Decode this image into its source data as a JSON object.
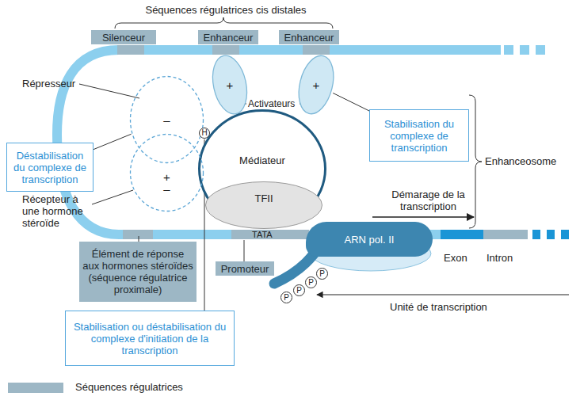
{
  "diagram": {
    "title": "Séquences régulatrices cis distales",
    "nodes": [
      {
        "text": [
          "Silenceur"
        ]
      },
      {
        "text": [
          "Enhanceur"
        ]
      },
      {
        "text": [
          "Enhanceur"
        ]
      },
      {
        "text": [
          "+"
        ]
      },
      {
        "text": [
          "+"
        ]
      },
      {
        "text": [
          "Stabilisation du complexe de transcription"
        ]
      },
      {
        "text": [
          "–"
        ]
      },
      {
        "text": [
          "Médiateur"
        ]
      },
      {
        "text": [
          "Déstabilisation du complexe de transcription"
        ]
      },
      {
        "text": [
          "H"
        ]
      },
      {
        "text": [
          "+",
          "–"
        ]
      },
      {
        "text": [
          "TFII"
        ]
      },
      {
        "text": [
          "ARN pol. II"
        ]
      },
      {
        "text": [
          "P"
        ]
      },
      {
        "text": [
          "P"
        ]
      },
      {
        "text": [
          "P"
        ]
      },
      {
        "text": [
          "P"
        ]
      },
      {
        "text": [
          "Élément de réponse aux hormones stéroïdes (séquence régulatrice proximale)"
        ]
      },
      {
        "text": [
          "Promoteur"
        ]
      },
      {
        "text": [
          "Stabilisation ou déstabilisation du complexe d'initiation de la transcription"
        ]
      }
    ],
    "edges": [
      {
        "from": 5,
        "to": 4,
        "arrow": "none"
      },
      {
        "from": 8,
        "to": 6,
        "arrow": "none"
      },
      {
        "from": 19,
        "to": 9,
        "arrow": "none"
      }
    ],
    "labels": [
      "Répresseur",
      "Activateurs",
      "Récepteur à une hormone stéroïde",
      "Démarage de la transcription",
      "Enhanceosome",
      "TATA",
      "Exon",
      "Intron",
      "Unité de transcription"
    ],
    "legend": [
      {
        "text": "Séquences régulatrices",
        "color": "#9db7c5"
      }
    ]
  }
}
